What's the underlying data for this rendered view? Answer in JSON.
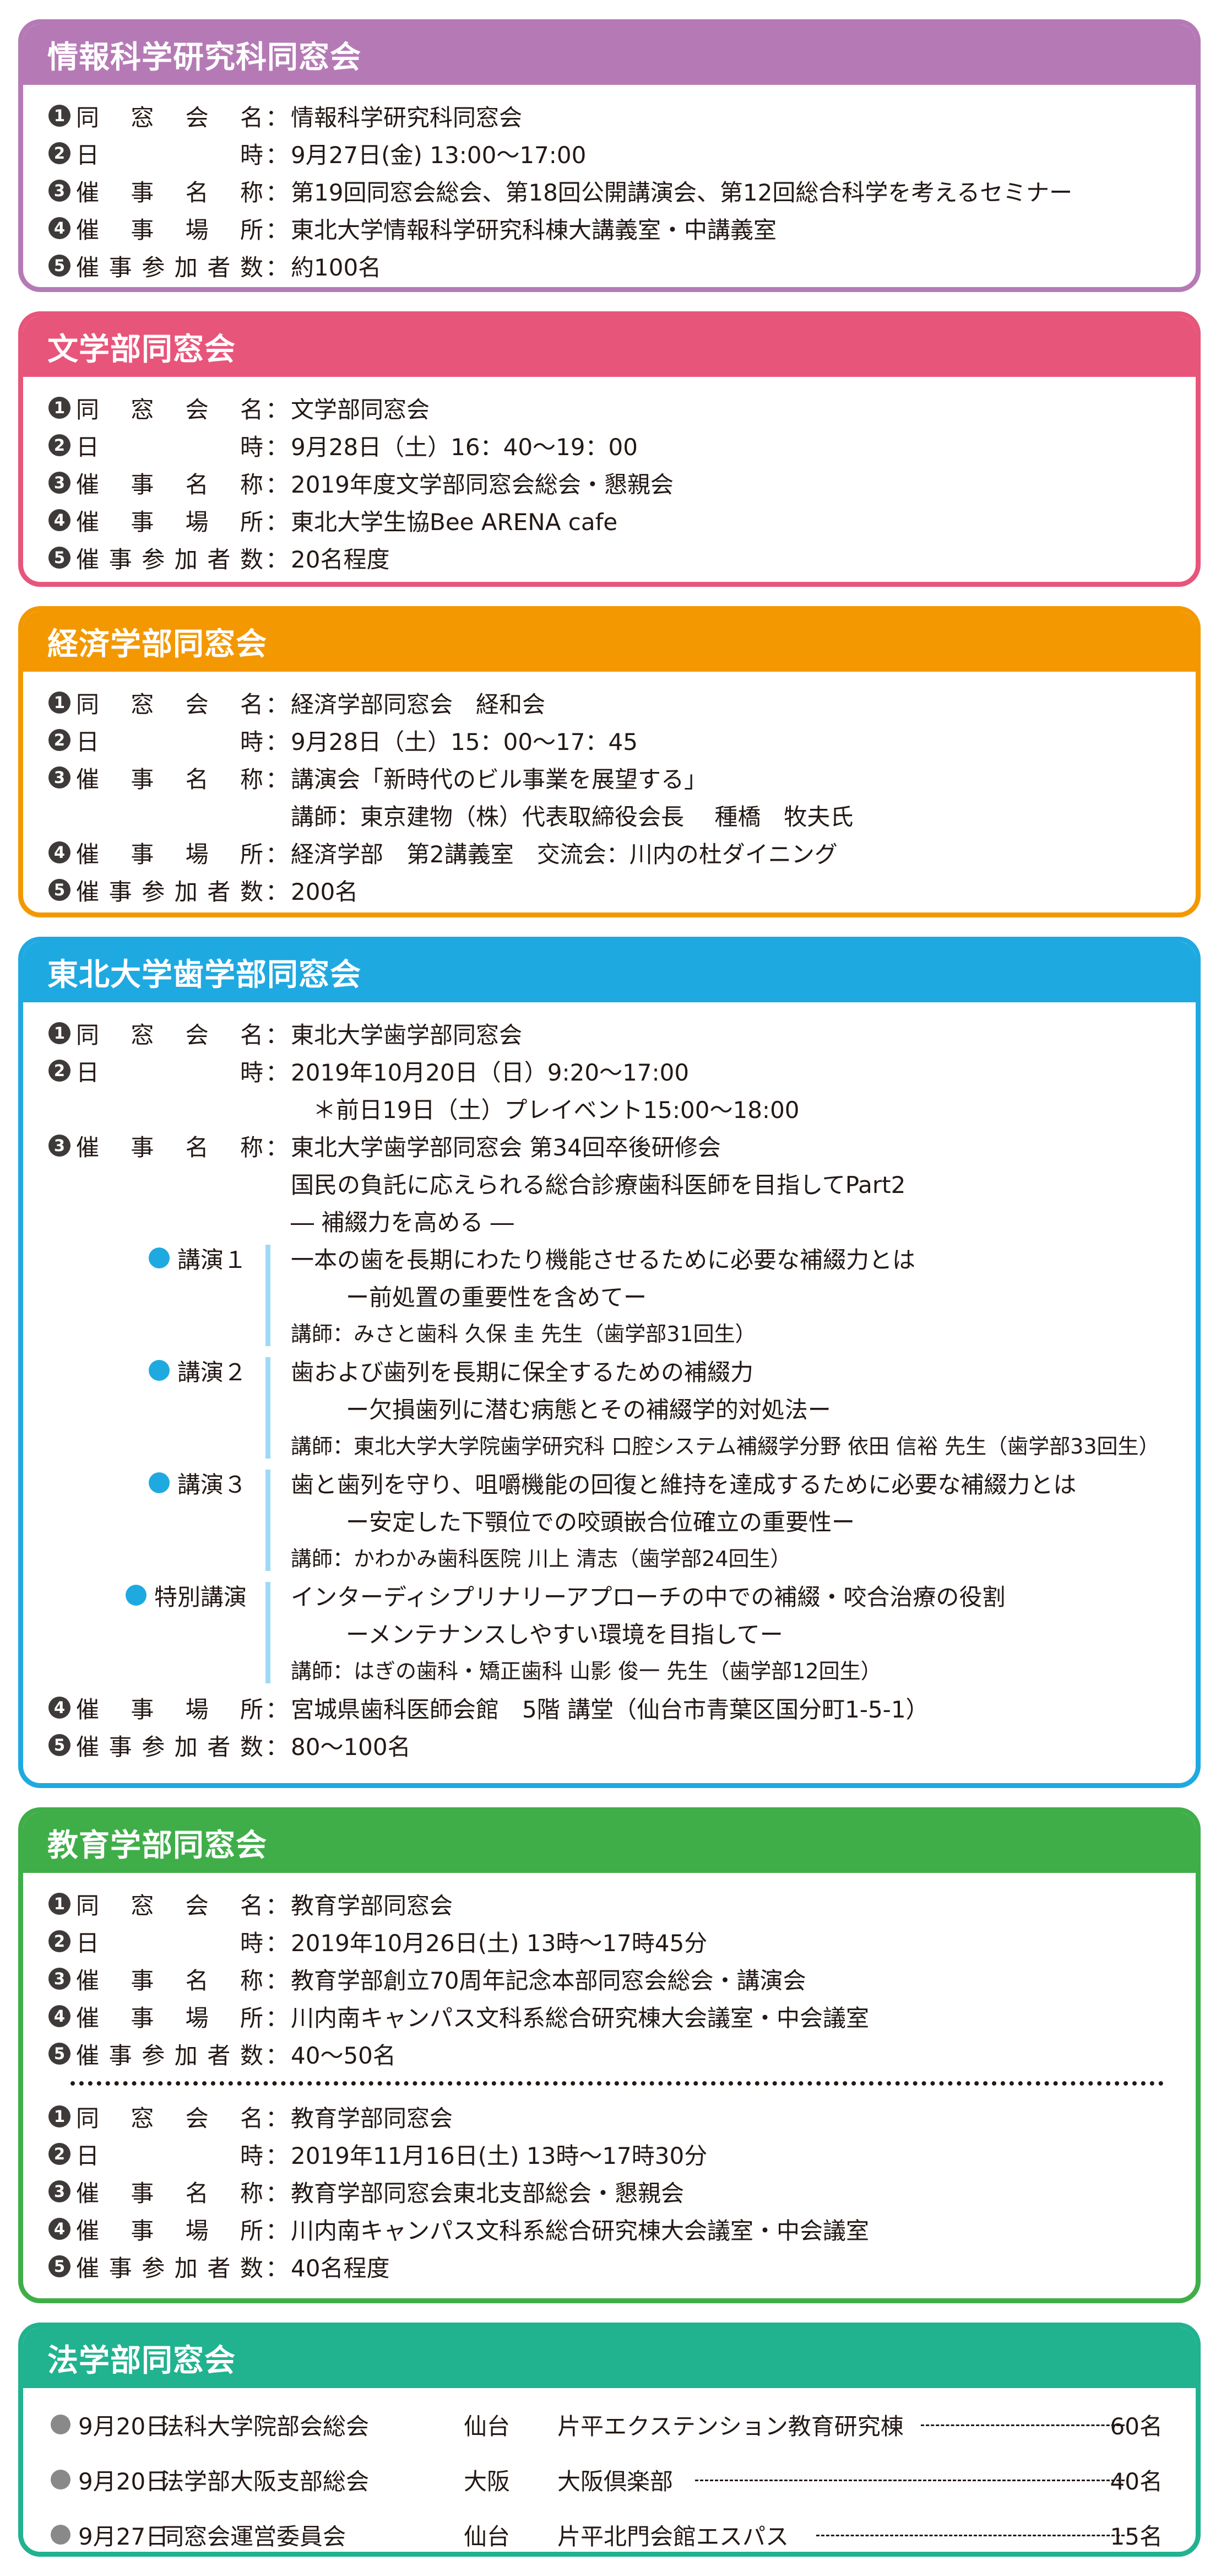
{
  "label_names": {
    "name": "同窓会名",
    "date": "日時",
    "event": "催事名称",
    "venue": "催事場所",
    "count": "催事参加者数"
  },
  "markers": [
    "1",
    "2",
    "3",
    "4",
    "5"
  ],
  "colors": {
    "joho": "#b57ab5",
    "bungaku": "#e8557a",
    "keizai": "#f39800",
    "shigaku": "#1fa9e1",
    "kyoiku": "#3fae49",
    "hogaku": "#21b28f"
  },
  "cards": {
    "joho": {
      "title": "情報科学研究科同窓会",
      "name": "情報科学研究科同窓会",
      "date": "9月27日(金) 13:00～17:00",
      "event": "第19回同窓会総会、第18回公開講演会、第12回総合科学を考えるセミナー",
      "venue": "東北大学情報科学研究科棟大講義室・中講義室",
      "count": "約100名"
    },
    "bungaku": {
      "title": "文学部同窓会",
      "name": "文学部同窓会",
      "date": "9月28日（土）16：40～19：00",
      "event": "2019年度文学部同窓会総会・懇親会",
      "venue": "東北大学生協Bee ARENA cafe",
      "count": "20名程度"
    },
    "keizai": {
      "title": "経済学部同窓会",
      "name": "経済学部同窓会　経和会",
      "date": "9月28日（土）15：00～17：45",
      "event": "講演会「新時代のビル事業を展望する」",
      "event2": "講師：東京建物（株）代表取締役会長　 種橋　牧夫氏",
      "venue": "経済学部　第2講義室　交流会：川内の杜ダイニング",
      "count": "200名"
    },
    "shigaku": {
      "title": "東北大学歯学部同窓会",
      "name": "東北大学歯学部同窓会",
      "date": "2019年10月20日（日）9:20～17:00",
      "date2": "＊前日19日（土）プレイベント15:00～18:00",
      "event": "東北大学歯学部同窓会 第34回卒後研修会",
      "event2": "国民の負託に応えられる総合診療歯科医師を目指してPart2",
      "event3": "― 補綴力を高める ―",
      "lectures": [
        {
          "tag": "講演１",
          "title": "一本の歯を長期にわたり機能させるために必要な補綴力とは",
          "subtitle": "ー前処置の重要性を含めてー",
          "speaker": "講師：みさと歯科 久保 圭 先生（歯学部31回生）"
        },
        {
          "tag": "講演２",
          "title": "歯および歯列を長期に保全するための補綴力",
          "subtitle": "ー欠損歯列に潜む病態とその補綴学的対処法ー",
          "speaker": "講師：東北大学大学院歯学研究科 口腔システム補綴学分野 依田 信裕 先生（歯学部33回生）"
        },
        {
          "tag": "講演３",
          "title": "歯と歯列を守り、咀嚼機能の回復と維持を達成するために必要な補綴力とは",
          "subtitle": "ー安定した下顎位での咬頭嵌合位確立の重要性ー",
          "speaker": "講師：かわかみ歯科医院 川上 清志（歯学部24回生）"
        },
        {
          "tag": "特別講演",
          "title": "インターディシプリナリーアプローチの中での補綴・咬合治療の役割",
          "subtitle": "ーメンテナンスしやすい環境を目指してー",
          "speaker": "講師：はぎの歯科・矯正歯科 山影 俊一 先生（歯学部12回生）"
        }
      ],
      "venue": "宮城県歯科医師会館　5階 講堂（仙台市青葉区国分町1-5-1）",
      "count": "80～100名"
    },
    "kyoiku": {
      "title": "教育学部同窓会",
      "a": {
        "name": "教育学部同窓会",
        "date": "2019年10月26日(土) 13時～17時45分",
        "event": "教育学部創立70周年記念本部同窓会総会・講演会",
        "venue": "川内南キャンパス文科系総合研究棟大会議室・中会議室",
        "count": "40～50名"
      },
      "b": {
        "name": "教育学部同窓会",
        "date": "2019年11月16日(土) 13時～17時30分",
        "event": "教育学部同窓会東北支部総会・懇親会",
        "venue": "川内南キャンパス文科系総合研究棟大会議室・中会議室",
        "count": "40名程度"
      }
    },
    "hogaku": {
      "title": "法学部同窓会",
      "events": [
        {
          "date": "9月20日",
          "event": "法科大学院部会総会",
          "place": "仙台",
          "venue": "片平エクステンション教育研究棟",
          "count": "60名"
        },
        {
          "date": "9月20日",
          "event": "法学部大阪支部総会",
          "place": "大阪",
          "venue": "大阪倶楽部",
          "count": "40名"
        },
        {
          "date": "9月27日",
          "event": "同窓会運営委員会",
          "place": "仙台",
          "venue": "片平北門会館エスパス",
          "count": "15名"
        }
      ]
    }
  }
}
